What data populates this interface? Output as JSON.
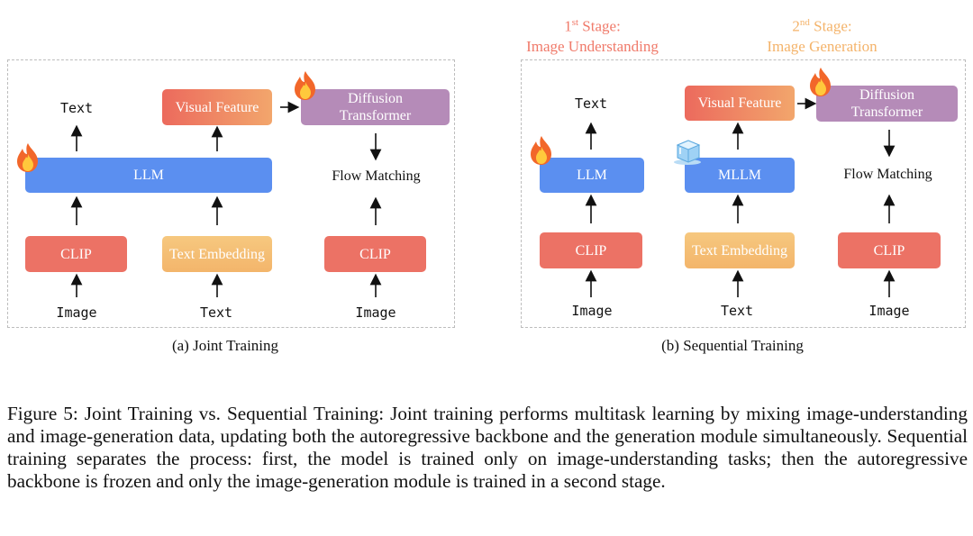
{
  "joint": {
    "caption": "(a) Joint Training",
    "text_out": "Text",
    "visual_feature": "Visual Feature",
    "diffusion": "Diffusion\nTransformer",
    "llm": "LLM",
    "flow_matching": "Flow Matching",
    "clip_left": "CLIP",
    "text_embedding": "Text Embedding",
    "clip_right": "CLIP",
    "in_image_left": "Image",
    "in_text": "Text",
    "in_image_right": "Image"
  },
  "sequential": {
    "caption": "(b) Sequential Training",
    "stage1_num": "1",
    "stage1_sup": "st",
    "stage1_suffix": " Stage:",
    "stage1_name": "Image Understanding",
    "stage2_num": "2",
    "stage2_sup": "nd",
    "stage2_suffix": " Stage:",
    "stage2_name": "Image Generation",
    "text_out": "Text",
    "visual_feature": "Visual Feature",
    "diffusion": "Diffusion\nTransformer",
    "llm": "LLM",
    "mllm": "MLLM",
    "flow_matching": "Flow Matching",
    "clip_left": "CLIP",
    "text_embedding": "Text Embedding",
    "clip_right": "CLIP",
    "in_image_left": "Image",
    "in_text": "Text",
    "in_image_right": "Image"
  },
  "colors": {
    "stage1": "#f07a6a",
    "stage2": "#f4b36a",
    "clip": "#ec7265",
    "llm": "#5b8ff0",
    "diffusion": "#b58bb8"
  },
  "figure_caption": "Figure 5: Joint Training vs. Sequential Training: Joint training performs multitask learning by mixing image-understanding and image-generation data, updating both the autoregressive backbone and the generation module simultaneously. Sequential training separates the process: first, the model is trained only on image-understanding tasks; then the autoregressive backbone is frozen and only the image-generation module is trained in a second stage.",
  "icons": [
    "flame-icon",
    "ice-cube-icon"
  ]
}
